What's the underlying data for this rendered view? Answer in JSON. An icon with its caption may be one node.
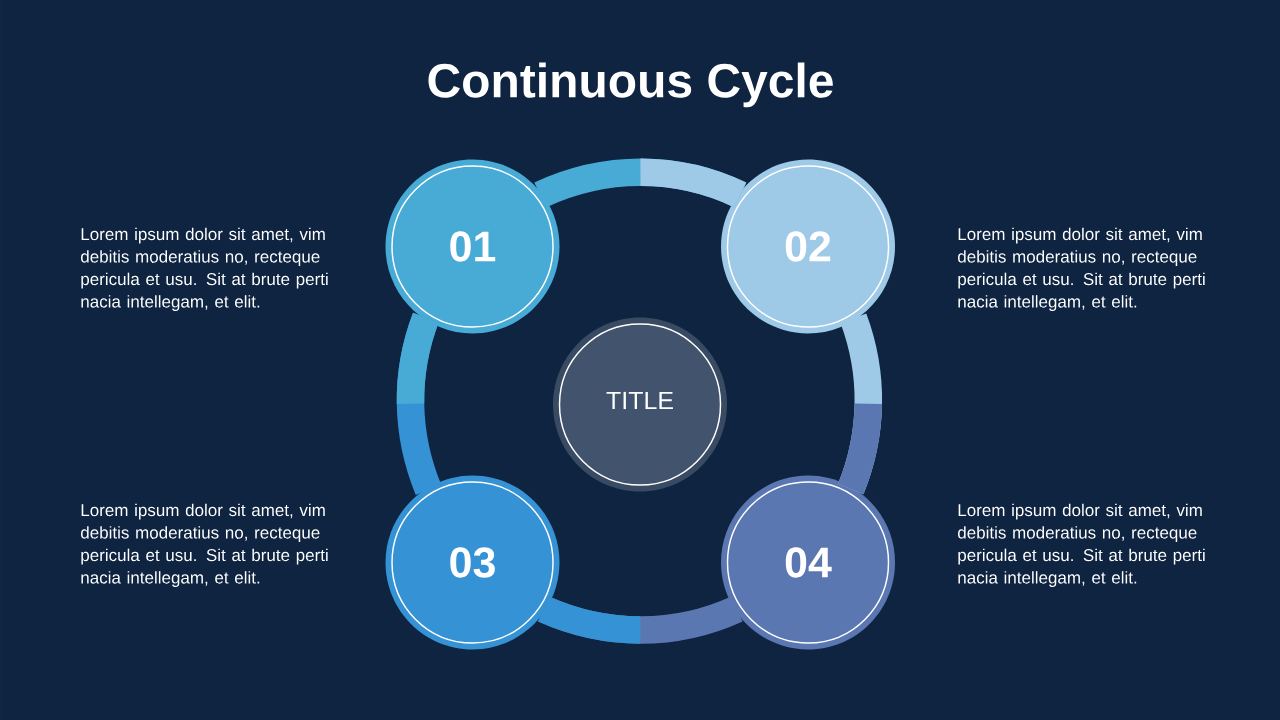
{
  "diagram": {
    "title": "Continuous Cycle",
    "nodes": [
      {
        "text": [
          "01"
        ],
        "beside": [
          "Lorem ipsum dolor sit amet, vim debitis moderatius no, recteque pericula et usu. Sit at brute perti nacia intellegam, et elit."
        ]
      },
      {
        "text": [
          "02"
        ],
        "beside": [
          "Lorem ipsum dolor sit amet, vim debitis moderatius no, recteque pericula et usu. Sit at brute perti nacia intellegam, et elit."
        ]
      },
      {
        "text": [
          "TITLE"
        ]
      },
      {
        "text": [
          "03"
        ],
        "beside": [
          "Lorem ipsum dolor sit amet, vim debitis moderatius no, recteque pericula et usu. Sit at brute perti nacia intellegam, et elit."
        ]
      },
      {
        "text": [
          "04"
        ],
        "beside": [
          "Lorem ipsum dolor sit amet, vim debitis moderatius no, recteque pericula et usu. Sit at brute perti nacia intellegam, et elit."
        ]
      }
    ],
    "edges": [
      {
        "from": 0,
        "to": 1,
        "arrow": "none"
      },
      {
        "from": 1,
        "to": 4,
        "arrow": "none"
      },
      {
        "from": 4,
        "to": 3,
        "arrow": "none"
      },
      {
        "from": 3,
        "to": 0,
        "arrow": "none"
      }
    ]
  }
}
